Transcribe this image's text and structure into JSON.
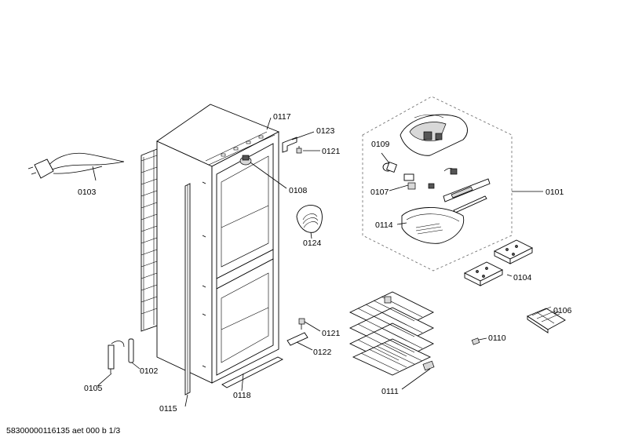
{
  "footer": "58300000116135 aet 000 b 1/3",
  "labels": {
    "p0117": "0117",
    "p0123": "0123",
    "p0121a": "0121",
    "p0109": "0109",
    "p0103": "0103",
    "p0108": "0108",
    "p0107": "0107",
    "p0101": "0101",
    "p0114": "0114",
    "p0124": "0124",
    "p0104": "0104",
    "p0106": "0106",
    "p0121b": "0121",
    "p0122": "0122",
    "p0110": "0110",
    "p0105": "0105",
    "p0102": "0102",
    "p0118": "0118",
    "p0111": "0111",
    "p0115": "0115"
  }
}
